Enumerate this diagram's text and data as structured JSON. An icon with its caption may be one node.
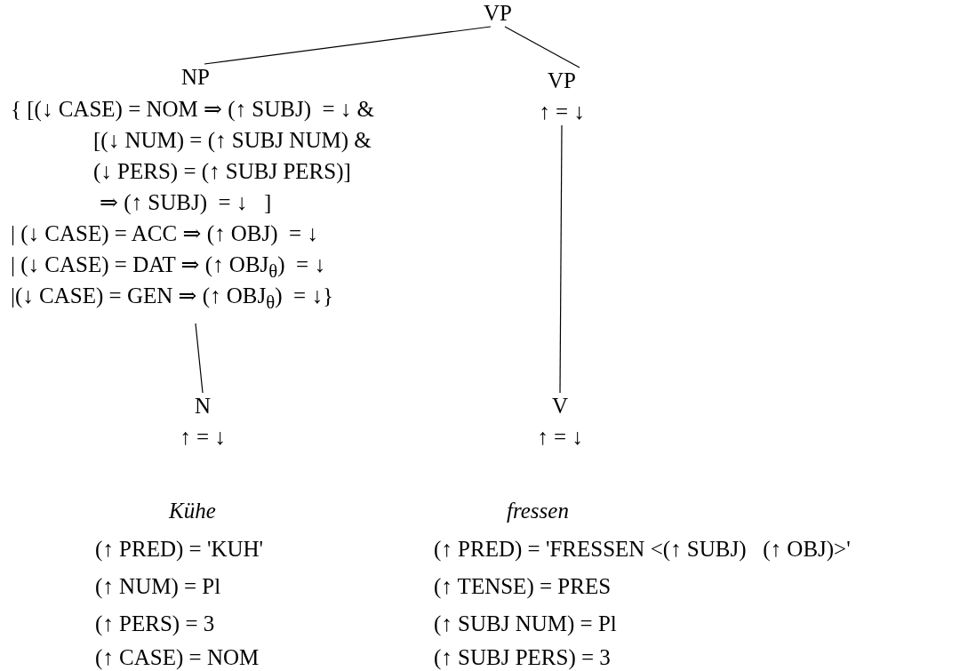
{
  "diagram": {
    "nodes": [
      {
        "text": [
          "VP"
        ]
      },
      {
        "text": [
          "NP",
          "{ [(↓ CASE) = NOM ⇒ (↑ SUBJ)  = ↓ &",
          "[(↓ NUM) = (↑ SUBJ NUM) &",
          "(↓ PERS) = (↑ SUBJ PERS)]",
          "⇒ (↑ SUBJ)  = ↓   ]",
          "| (↓ CASE) = ACC ⇒ (↑ OBJ)  = ↓",
          "| (↓ CASE) = DAT ⇒ (↑ OBJ$_{θ}$)  = ↓",
          "|(↓ CASE) = GEN ⇒ (↑ OBJ$_{θ}$)  = ↓}"
        ]
      },
      {
        "text": [
          "VP",
          "↑ = ↓"
        ]
      },
      {
        "text": [
          "N",
          "↑ = ↓"
        ]
      },
      {
        "text": [
          "V",
          "↑ = ↓"
        ]
      }
    ],
    "edges": [
      {
        "from": 0,
        "to": 1,
        "arrow": "none"
      },
      {
        "from": 0,
        "to": 2,
        "arrow": "none"
      },
      {
        "from": 1,
        "to": 3,
        "arrow": "none"
      },
      {
        "from": 2,
        "to": 4,
        "arrow": "none"
      }
    ],
    "labels": [
      "Kühe",
      "(↑ PRED) = 'KUH'",
      "(↑ NUM) = Pl",
      "(↑ PERS) = 3",
      "(↑ CASE) = NOM",
      "fressen",
      "(↑ PRED) = 'FRESSEN <(↑ SUBJ)   (↑ OBJ)>'",
      "(↑ TENSE) = PRES",
      "(↑ SUBJ NUM) = Pl",
      "(↑ SUBJ PERS) = 3"
    ]
  }
}
